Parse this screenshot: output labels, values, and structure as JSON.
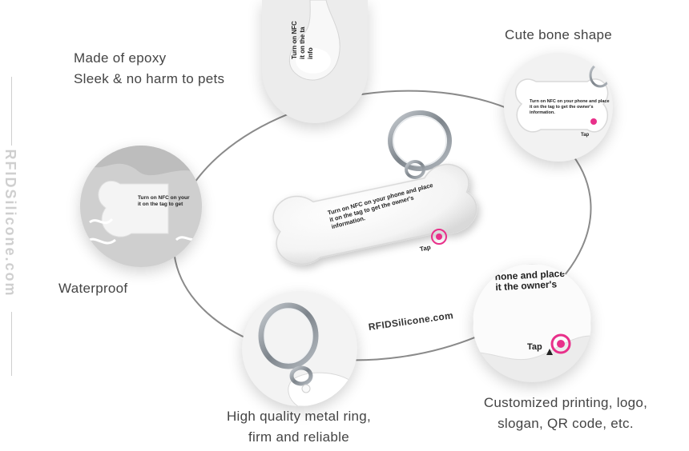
{
  "features": {
    "epoxy": [
      "Made of epoxy",
      "Sleek & no harm to pets"
    ],
    "bone_shape": [
      "Cute bone shape"
    ],
    "waterproof": [
      "Waterproof"
    ],
    "metal_ring": [
      "High quality metal ring,",
      "firm and reliable"
    ],
    "customized": [
      "Customized printing, logo,",
      "slogan, QR code, etc."
    ]
  },
  "brand": {
    "side_watermark": "RFIDSilicone.com",
    "center_label": "RFIDSilicone.com"
  },
  "tag_print": {
    "line1": "Turn on NFC on your phone and place",
    "line2": "it on the tag to get the owner's",
    "line3": "information.",
    "tap": "Tap",
    "partial_top_1": "Turn on NFC",
    "partial_top_2": "it on the ta",
    "partial_top_3": "info",
    "partial_left_1": "Turn on NFC on your",
    "partial_left_2": "it on the tag to get",
    "partial_zoom_1": "hone and place",
    "partial_zoom_2": "it the owner's"
  },
  "colors": {
    "accent_pink": "#e8308a",
    "orbit_line": "#8a8a8a",
    "tag_white": "#ffffff",
    "ring_metal": "#9aa0a6"
  }
}
